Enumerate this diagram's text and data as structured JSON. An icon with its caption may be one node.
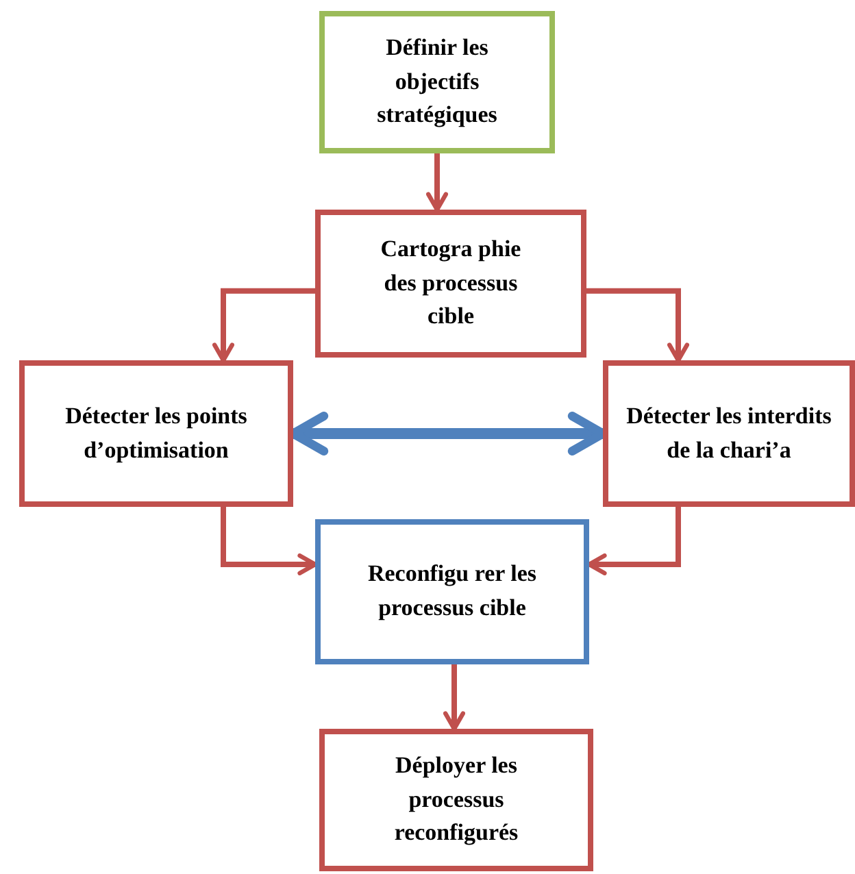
{
  "diagram": {
    "nodes": [
      {
        "text": [
          "Définir les objectifs stratégiques"
        ]
      },
      {
        "text": [
          "Cartogra phie des processus cible"
        ]
      },
      {
        "text": [
          "Détecter les points d’optimisation"
        ]
      },
      {
        "text": [
          "Détecter les interdits de la chari’a"
        ]
      },
      {
        "text": [
          "Reconfigu rer les processus cible"
        ]
      },
      {
        "text": [
          "Déployer les processus reconfigurés"
        ]
      }
    ],
    "edges": [
      {
        "from": 0,
        "to": 1,
        "arrow": "to"
      },
      {
        "from": 1,
        "to": 2,
        "arrow": "to"
      },
      {
        "from": 1,
        "to": 3,
        "arrow": "to"
      },
      {
        "from": 2,
        "to": 3,
        "arrow": "both",
        "style": "thick",
        "color": "#4f81bd"
      },
      {
        "from": 2,
        "to": 4,
        "arrow": "to"
      },
      {
        "from": 3,
        "to": 4,
        "arrow": "to"
      },
      {
        "from": 4,
        "to": 5,
        "arrow": "to"
      }
    ]
  }
}
